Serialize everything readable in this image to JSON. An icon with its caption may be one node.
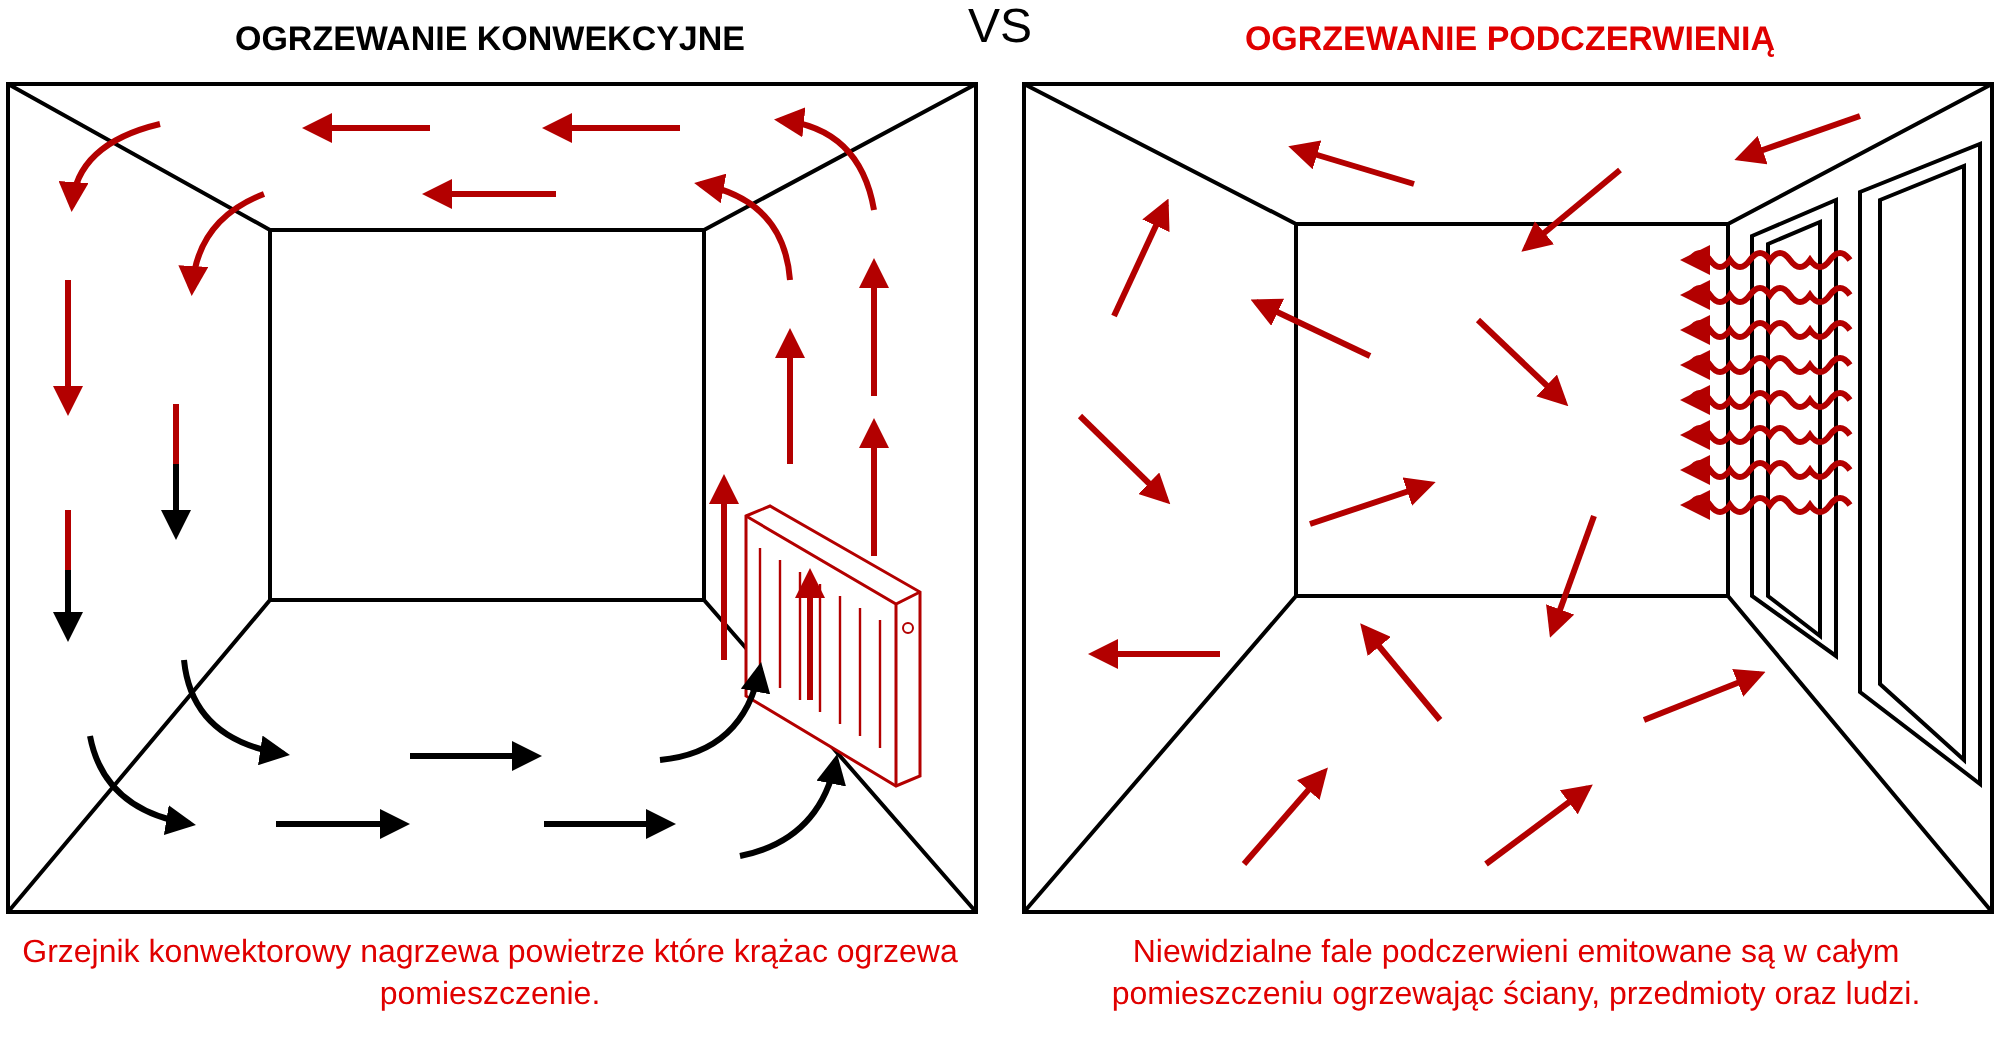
{
  "diagram": {
    "labels": [
      "OGRZEWANIE KONWEKCYJNE",
      "VS",
      "OGRZEWANIE PODCZERWIENIĄ",
      "Grzejnik konwektorowy nagrzewa powietrze które krążac ogrzewa pomieszczenie.",
      "Niewidzialne fale podczerwieni emitowane są w całym pomieszczeniu ogrzewając ściany, przedmioty oraz ludzi."
    ]
  }
}
